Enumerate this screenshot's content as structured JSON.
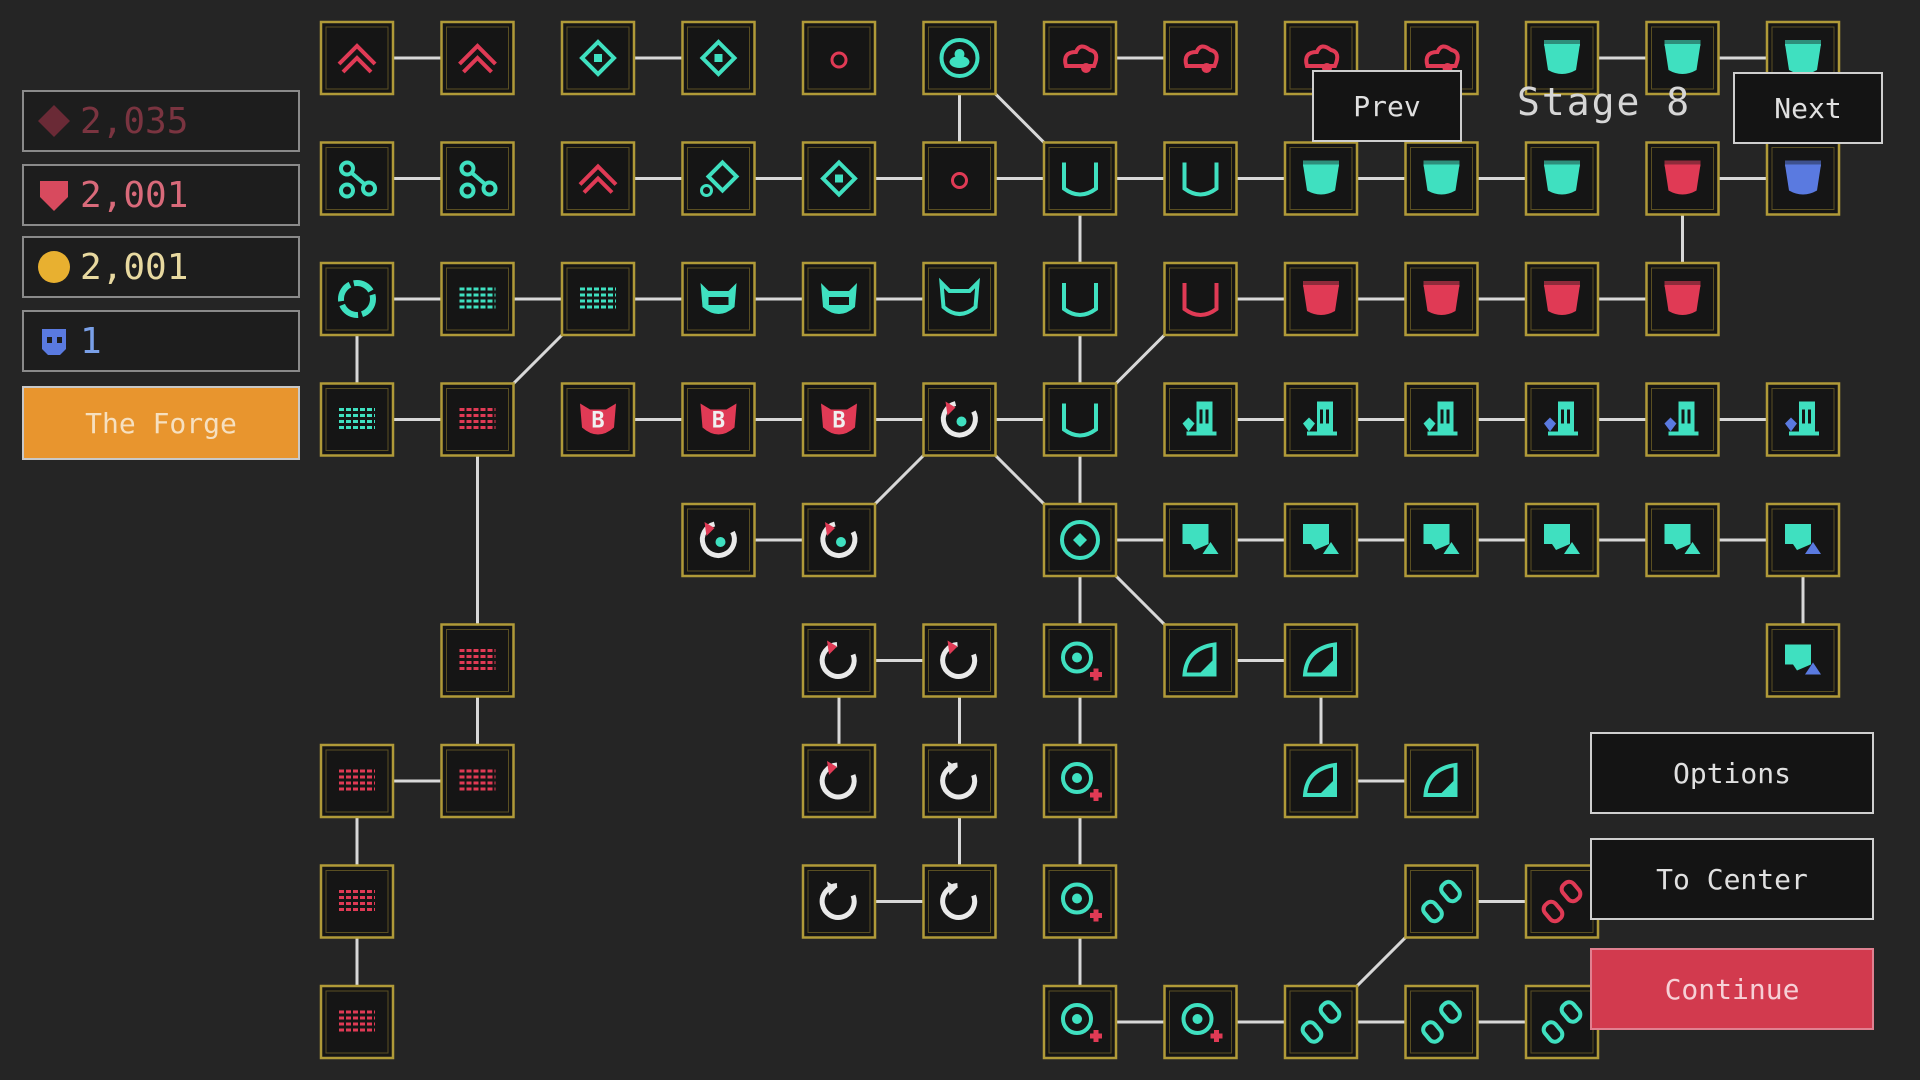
{
  "resources": [
    {
      "name": "red-gem",
      "value": "2,035",
      "color": "#7a3440",
      "icon": "gem-icon"
    },
    {
      "name": "heart",
      "value": "2,001",
      "color": "#d96a7a",
      "icon": "heart-shield-icon"
    },
    {
      "name": "coin",
      "value": "2,001",
      "color": "#e8d9a0",
      "icon": "coin-icon"
    },
    {
      "name": "skull",
      "value": "1",
      "color": "#7aa0e8",
      "icon": "skull-icon"
    }
  ],
  "forge_label": "The Forge",
  "stage": {
    "label": "Stage 8",
    "prev": "Prev",
    "next": "Next"
  },
  "menu": {
    "options": "Options",
    "to_center": "To Center",
    "continue": "Continue"
  },
  "colors": {
    "teal": "#3fe0c0",
    "red": "#e03a55",
    "blue": "#5a7ae0",
    "frame": "#b09a38",
    "accent": "#e8952e"
  },
  "tree": {
    "nodes": [
      {
        "id": "a1",
        "c": 0,
        "r": 0,
        "icon": "chevrons-up",
        "color": "red"
      },
      {
        "id": "a2",
        "c": 1,
        "r": 0,
        "icon": "chevrons-up",
        "color": "red"
      },
      {
        "id": "a3",
        "c": 2,
        "r": 0,
        "icon": "diamond",
        "color": "teal"
      },
      {
        "id": "a4",
        "c": 3,
        "r": 0,
        "icon": "diamond",
        "color": "teal"
      },
      {
        "id": "a5",
        "c": 4,
        "r": 0,
        "icon": "ring-small",
        "color": "red"
      },
      {
        "id": "a6",
        "c": 5,
        "r": 0,
        "icon": "bubble-ring",
        "color": "teal"
      },
      {
        "id": "a7",
        "c": 6,
        "r": 0,
        "icon": "cloud",
        "color": "red"
      },
      {
        "id": "a8",
        "c": 7,
        "r": 0,
        "icon": "cloud",
        "color": "red"
      },
      {
        "id": "a9",
        "c": 8,
        "r": 0,
        "icon": "cloud",
        "color": "red"
      },
      {
        "id": "a10",
        "c": 9,
        "r": 0,
        "icon": "cloud",
        "color": "red"
      },
      {
        "id": "a11",
        "c": 10,
        "r": 0,
        "icon": "cup",
        "color": "teal"
      },
      {
        "id": "a12",
        "c": 11,
        "r": 0,
        "icon": "cup",
        "color": "teal"
      },
      {
        "id": "a13",
        "c": 12,
        "r": 0,
        "icon": "cup",
        "color": "teal"
      },
      {
        "id": "b1",
        "c": 0,
        "r": 1,
        "icon": "molecule",
        "color": "teal"
      },
      {
        "id": "b2",
        "c": 1,
        "r": 1,
        "icon": "molecule",
        "color": "teal"
      },
      {
        "id": "b3",
        "c": 2,
        "r": 1,
        "icon": "chevrons-up",
        "color": "red"
      },
      {
        "id": "b4",
        "c": 3,
        "r": 1,
        "icon": "diamond-link",
        "color": "teal"
      },
      {
        "id": "b5",
        "c": 4,
        "r": 1,
        "icon": "diamond",
        "color": "teal"
      },
      {
        "id": "b6",
        "c": 5,
        "r": 1,
        "icon": "ring-small",
        "color": "red"
      },
      {
        "id": "b7",
        "c": 6,
        "r": 1,
        "icon": "cup-outline",
        "color": "teal"
      },
      {
        "id": "b8",
        "c": 7,
        "r": 1,
        "icon": "cup-outline",
        "color": "teal"
      },
      {
        "id": "b9",
        "c": 8,
        "r": 1,
        "icon": "cup",
        "color": "teal"
      },
      {
        "id": "b10",
        "c": 9,
        "r": 1,
        "icon": "cup",
        "color": "teal"
      },
      {
        "id": "b11",
        "c": 10,
        "r": 1,
        "icon": "cup",
        "color": "teal"
      },
      {
        "id": "b12",
        "c": 11,
        "r": 1,
        "icon": "cup",
        "color": "red"
      },
      {
        "id": "b13",
        "c": 12,
        "r": 1,
        "icon": "cup",
        "color": "blue"
      },
      {
        "id": "c1",
        "c": 0,
        "r": 2,
        "icon": "ring",
        "color": "teal"
      },
      {
        "id": "c2",
        "c": 1,
        "r": 2,
        "icon": "bricks",
        "color": "teal"
      },
      {
        "id": "c3",
        "c": 2,
        "r": 2,
        "icon": "bricks",
        "color": "teal"
      },
      {
        "id": "c4",
        "c": 3,
        "r": 2,
        "icon": "cat",
        "color": "teal"
      },
      {
        "id": "c5",
        "c": 4,
        "r": 2,
        "icon": "cat",
        "color": "teal"
      },
      {
        "id": "c6",
        "c": 5,
        "r": 2,
        "icon": "cat-outline",
        "color": "teal"
      },
      {
        "id": "c7",
        "c": 6,
        "r": 2,
        "icon": "cup-outline",
        "color": "teal"
      },
      {
        "id": "c8",
        "c": 7,
        "r": 2,
        "icon": "cup-outline",
        "color": "red"
      },
      {
        "id": "c9",
        "c": 8,
        "r": 2,
        "icon": "cup",
        "color": "red"
      },
      {
        "id": "c10",
        "c": 9,
        "r": 2,
        "icon": "cup",
        "color": "red"
      },
      {
        "id": "c11",
        "c": 10,
        "r": 2,
        "icon": "cup",
        "color": "red"
      },
      {
        "id": "c12",
        "c": 11,
        "r": 2,
        "icon": "cup",
        "color": "red"
      },
      {
        "id": "d1",
        "c": 0,
        "r": 3,
        "icon": "bricks",
        "color": "teal"
      },
      {
        "id": "d2",
        "c": 1,
        "r": 3,
        "icon": "bricks",
        "color": "red"
      },
      {
        "id": "d3",
        "c": 2,
        "r": 3,
        "icon": "badge-b",
        "color": "red"
      },
      {
        "id": "d4",
        "c": 3,
        "r": 3,
        "icon": "badge-b",
        "color": "red"
      },
      {
        "id": "d5",
        "c": 4,
        "r": 3,
        "icon": "badge-b",
        "color": "red"
      },
      {
        "id": "d6",
        "c": 5,
        "r": 3,
        "icon": "cycle",
        "color": "red"
      },
      {
        "id": "d7",
        "c": 6,
        "r": 3,
        "icon": "cup-outline",
        "color": "teal"
      },
      {
        "id": "d8",
        "c": 7,
        "r": 3,
        "icon": "tower",
        "color": "teal"
      },
      {
        "id": "d9",
        "c": 8,
        "r": 3,
        "icon": "tower",
        "color": "teal"
      },
      {
        "id": "d10",
        "c": 9,
        "r": 3,
        "icon": "tower",
        "color": "teal"
      },
      {
        "id": "d11",
        "c": 10,
        "r": 3,
        "icon": "tower",
        "color": "blue"
      },
      {
        "id": "d12",
        "c": 11,
        "r": 3,
        "icon": "tower",
        "color": "blue"
      },
      {
        "id": "d13",
        "c": 12,
        "r": 3,
        "icon": "tower",
        "color": "blue"
      },
      {
        "id": "e1",
        "c": 3,
        "r": 4,
        "icon": "cycle",
        "color": "red"
      },
      {
        "id": "e2",
        "c": 4,
        "r": 4,
        "icon": "cycle",
        "color": "red"
      },
      {
        "id": "e3",
        "c": 6,
        "r": 4,
        "icon": "center",
        "color": "teal"
      },
      {
        "id": "e4",
        "c": 7,
        "r": 4,
        "icon": "speech",
        "color": "teal"
      },
      {
        "id": "e5",
        "c": 8,
        "r": 4,
        "icon": "speech",
        "color": "teal"
      },
      {
        "id": "e6",
        "c": 9,
        "r": 4,
        "icon": "speech",
        "color": "teal"
      },
      {
        "id": "e7",
        "c": 10,
        "r": 4,
        "icon": "speech",
        "color": "teal"
      },
      {
        "id": "e8",
        "c": 11,
        "r": 4,
        "icon": "speech",
        "color": "teal"
      },
      {
        "id": "e9",
        "c": 12,
        "r": 4,
        "icon": "speech",
        "color": "blue"
      },
      {
        "id": "f1",
        "c": 1,
        "r": 5,
        "icon": "bricks",
        "color": "red"
      },
      {
        "id": "f2",
        "c": 4,
        "r": 5,
        "icon": "refresh",
        "color": "red"
      },
      {
        "id": "f3",
        "c": 5,
        "r": 5,
        "icon": "refresh",
        "color": "red"
      },
      {
        "id": "f4",
        "c": 6,
        "r": 5,
        "icon": "search-plus",
        "color": "teal"
      },
      {
        "id": "f5",
        "c": 7,
        "r": 5,
        "icon": "arc",
        "color": "teal"
      },
      {
        "id": "f6",
        "c": 8,
        "r": 5,
        "icon": "arc",
        "color": "teal"
      },
      {
        "id": "f7",
        "c": 12,
        "r": 5,
        "icon": "speech",
        "color": "blue"
      },
      {
        "id": "g1",
        "c": 0,
        "r": 6,
        "icon": "bricks",
        "color": "red"
      },
      {
        "id": "g2",
        "c": 1,
        "r": 6,
        "icon": "bricks",
        "color": "red"
      },
      {
        "id": "g3",
        "c": 4,
        "r": 6,
        "icon": "refresh",
        "color": "red"
      },
      {
        "id": "g4",
        "c": 5,
        "r": 6,
        "icon": "refresh",
        "color": "white"
      },
      {
        "id": "g5",
        "c": 6,
        "r": 6,
        "icon": "search-plus",
        "color": "teal"
      },
      {
        "id": "g6",
        "c": 8,
        "r": 6,
        "icon": "arc",
        "color": "teal"
      },
      {
        "id": "g7",
        "c": 9,
        "r": 6,
        "icon": "arc",
        "color": "teal"
      },
      {
        "id": "h1",
        "c": 0,
        "r": 7,
        "icon": "bricks",
        "color": "red"
      },
      {
        "id": "h2",
        "c": 4,
        "r": 7,
        "icon": "refresh",
        "color": "white"
      },
      {
        "id": "h3",
        "c": 5,
        "r": 7,
        "icon": "refresh",
        "color": "white"
      },
      {
        "id": "h4",
        "c": 6,
        "r": 7,
        "icon": "search-plus",
        "color": "teal"
      },
      {
        "id": "h5",
        "c": 9,
        "r": 7,
        "icon": "chain",
        "color": "teal"
      },
      {
        "id": "h6",
        "c": 10,
        "r": 7,
        "icon": "chain",
        "color": "red"
      },
      {
        "id": "i1",
        "c": 0,
        "r": 8,
        "icon": "bricks",
        "color": "red"
      },
      {
        "id": "i2",
        "c": 6,
        "r": 8,
        "icon": "search-plus",
        "color": "teal"
      },
      {
        "id": "i3",
        "c": 7,
        "r": 8,
        "icon": "search-plus",
        "color": "teal"
      },
      {
        "id": "i4",
        "c": 8,
        "r": 8,
        "icon": "chain",
        "color": "teal"
      },
      {
        "id": "i5",
        "c": 9,
        "r": 8,
        "icon": "chain",
        "color": "teal"
      },
      {
        "id": "i6",
        "c": 10,
        "r": 8,
        "icon": "chain",
        "color": "teal"
      }
    ],
    "edges": [
      [
        "a1",
        "a2"
      ],
      [
        "a3",
        "a4"
      ],
      [
        "a11",
        "a12"
      ],
      [
        "a12",
        "a13"
      ],
      [
        "a7",
        "a8"
      ],
      [
        "b1",
        "b2"
      ],
      [
        "b3",
        "b4"
      ],
      [
        "b4",
        "b5"
      ],
      [
        "b5",
        "b6"
      ],
      [
        "b7",
        "b8"
      ],
      [
        "b8",
        "b9"
      ],
      [
        "b9",
        "b10"
      ],
      [
        "b10",
        "b11"
      ],
      [
        "b12",
        "b13"
      ],
      [
        "c1",
        "c2"
      ],
      [
        "c2",
        "c3"
      ],
      [
        "c3",
        "c4"
      ],
      [
        "c4",
        "c5"
      ],
      [
        "c5",
        "c6"
      ],
      [
        "c8",
        "c9"
      ],
      [
        "c9",
        "c10"
      ],
      [
        "c10",
        "c11"
      ],
      [
        "c11",
        "c12"
      ],
      [
        "d1",
        "d2"
      ],
      [
        "d3",
        "d4"
      ],
      [
        "d4",
        "d5"
      ],
      [
        "d5",
        "d6"
      ],
      [
        "d6",
        "d7"
      ],
      [
        "d8",
        "d9"
      ],
      [
        "d9",
        "d10"
      ],
      [
        "d10",
        "d11"
      ],
      [
        "d11",
        "d12"
      ],
      [
        "d12",
        "d13"
      ],
      [
        "e1",
        "e2"
      ],
      [
        "e3",
        "e4"
      ],
      [
        "e4",
        "e5"
      ],
      [
        "e5",
        "e6"
      ],
      [
        "e6",
        "e7"
      ],
      [
        "e7",
        "e8"
      ],
      [
        "e8",
        "e9"
      ],
      [
        "f2",
        "f3"
      ],
      [
        "f5",
        "f6"
      ],
      [
        "g1",
        "g2"
      ],
      [
        "g6",
        "g7"
      ],
      [
        "h2",
        "h3"
      ],
      [
        "h5",
        "h6"
      ],
      [
        "i2",
        "i3"
      ],
      [
        "i3",
        "i4"
      ],
      [
        "i4",
        "i5"
      ],
      [
        "i5",
        "i6"
      ],
      [
        "d2",
        "f1"
      ],
      [
        "f1",
        "g2"
      ],
      [
        "g1",
        "h1"
      ],
      [
        "h1",
        "i1"
      ],
      [
        "f2",
        "g3"
      ],
      [
        "f3",
        "g4"
      ],
      [
        "g4",
        "h3"
      ],
      [
        "e2",
        "d6"
      ],
      [
        "d6",
        "e3"
      ],
      [
        "e3",
        "f4"
      ],
      [
        "f4",
        "g5"
      ],
      [
        "g5",
        "h4"
      ],
      [
        "h4",
        "i2"
      ],
      [
        "d7",
        "e3"
      ],
      [
        "c7",
        "d7"
      ],
      [
        "b7",
        "c7"
      ],
      [
        "b6",
        "a6"
      ],
      [
        "b6",
        "b7"
      ],
      [
        "e3",
        "f5"
      ],
      [
        "f6",
        "g6"
      ],
      [
        "d7",
        "c8"
      ],
      [
        "c12",
        "b12"
      ],
      [
        "e9",
        "f7"
      ],
      [
        "i4",
        "h5"
      ],
      [
        "c1",
        "d1"
      ],
      [
        "c3",
        "d2"
      ],
      [
        "a6",
        "b7"
      ]
    ]
  }
}
